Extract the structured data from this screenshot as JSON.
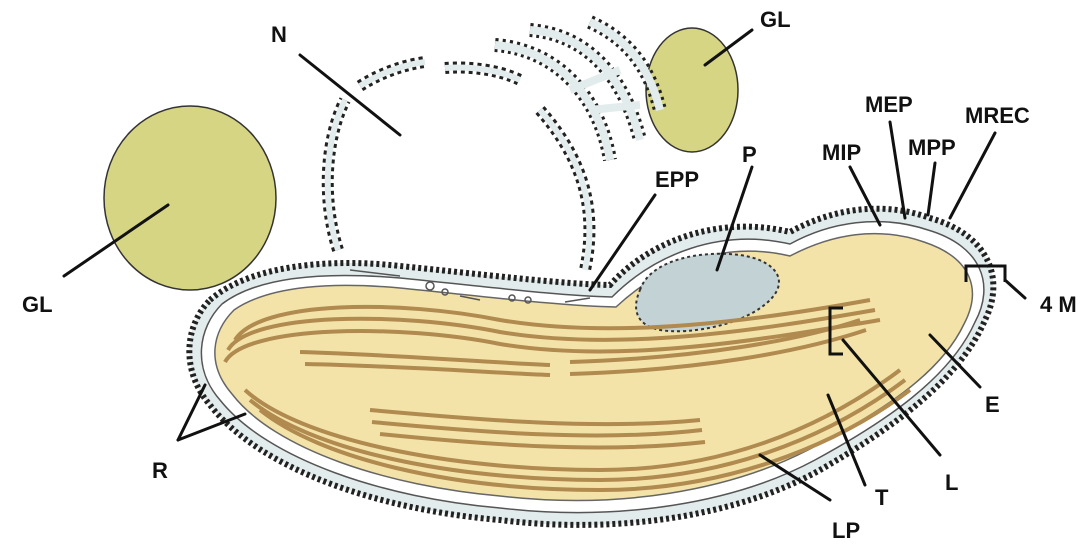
{
  "colors": {
    "globule": "#d6d583",
    "stroma": "#f3e3a9",
    "thylakoid": "#b08a4f",
    "membrane": "#e3ecec",
    "envelope_dots": "#222222",
    "pyrenoid": "#c3d3d5",
    "label": "#111111"
  },
  "labels": {
    "N": "N",
    "GL_top": "GL",
    "GL_left": "GL",
    "MEP": "MEP",
    "MREC": "MREC",
    "MPP": "MPP",
    "MIP": "MIP",
    "P": "P",
    "EPP": "EPP",
    "M4": "4 M",
    "E": "E",
    "L": "L",
    "T": "T",
    "R": "R",
    "LP": "LP"
  }
}
